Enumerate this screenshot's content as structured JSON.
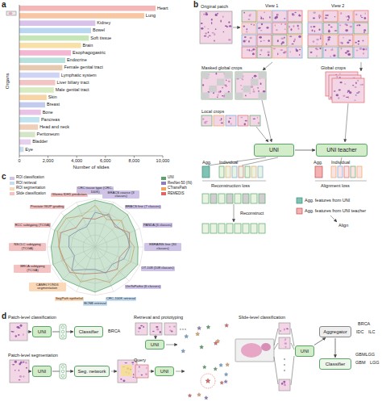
{
  "diagram": {
    "nodes": [
      {
        "text": [
          "UNI"
        ]
      },
      {
        "text": [
          "UNI teacher"
        ]
      },
      {
        "text": [
          "UNI"
        ]
      },
      {
        "text": [
          "Classifier"
        ]
      },
      {
        "text": [
          "UNI"
        ]
      },
      {
        "text": [
          "Seg. network"
        ]
      },
      {
        "text": [
          "UNI"
        ]
      },
      {
        "text": [
          "UNI"
        ]
      },
      {
        "text": [
          "UNI"
        ]
      },
      {
        "text": [
          "Aggregator"
        ]
      },
      {
        "text": [
          "Classifier"
        ]
      }
    ],
    "edges": [
      {
        "from": 0,
        "to": 1,
        "arrow": "to"
      },
      {
        "from": 2,
        "to": 3,
        "arrow": "to"
      },
      {
        "from": 4,
        "to": 5,
        "arrow": "to"
      },
      {
        "from": 8,
        "to": 9,
        "arrow": "to"
      },
      {
        "from": 9,
        "to": 10,
        "arrow": "to"
      }
    ],
    "labels": [
      "a",
      "b",
      "c",
      "d",
      "Heart",
      "Lung",
      "Kidney",
      "Bowel",
      "Soft tissue",
      "Brain",
      "Esophagogastric",
      "Endocrine",
      "Female genital tract",
      "Lymphatic system",
      "Liver biliary tract",
      "Male genital tract",
      "Skin",
      "Breast",
      "Bone",
      "Pancreas",
      "Head and neck",
      "Peritoneum",
      "Bladder",
      "Eye",
      "0",
      "2,000",
      "4,000",
      "6,000",
      "8,000",
      "10,000",
      "Number of slides",
      "Organs",
      "Original patch",
      "View 1",
      "View 2",
      "Masked global crops",
      "Local crops",
      "Global crops",
      "Agg.",
      "Individual",
      "Agg.",
      "Individual",
      "Reconstruction loss",
      "Alignment loss",
      "Reconstruct",
      "Agg. features from UNI",
      "Agg. features from UNI teacher",
      "Align",
      "CRC tissue type (CRC-100K)",
      "BRACS coarse (3 classes)",
      "BRACS fine (7 classes)",
      "PANDA (6 classes)",
      "EBRAINS fine (30 classes)",
      "OT-108 (108 classes)",
      "UniToPatho (6 classes)",
      "CRC-100K retrieval",
      "BCNB retrieval",
      "SegPath epithelial",
      "CAMELYON16 segmentation",
      "BRCA subtyping (TCGA)",
      "NSCLC subtyping (TCGA)",
      "RCC subtyping (TCGA)",
      "Prostate ISUP grading",
      "Glioma IDH1 prediction",
      "Patch-level classification",
      "BRCA",
      "Patch-level segmentation",
      "Retrieval and prototyping",
      "Query",
      "Slide-level classification",
      "BRCA",
      "IDC",
      "ILC",
      "GBMLGG",
      "GBM",
      "LGG"
    ],
    "legend": [
      {
        "text": "UNI",
        "color": "#5aa469"
      },
      {
        "text": "ResNet-50 (IN)",
        "color": "#8e7cc3"
      },
      {
        "text": "CTransPath",
        "color": "#f0a35e"
      },
      {
        "text": "REMEDIS",
        "color": "#e06666"
      },
      {
        "text": "ROI classification",
        "color": "#cfc4e8"
      },
      {
        "text": "ROI retrieval",
        "color": "#c5def3"
      },
      {
        "text": "ROI segmentation",
        "color": "#fbd9b8"
      },
      {
        "text": "Slide classification",
        "color": "#f4c2c2"
      }
    ]
  }
}
